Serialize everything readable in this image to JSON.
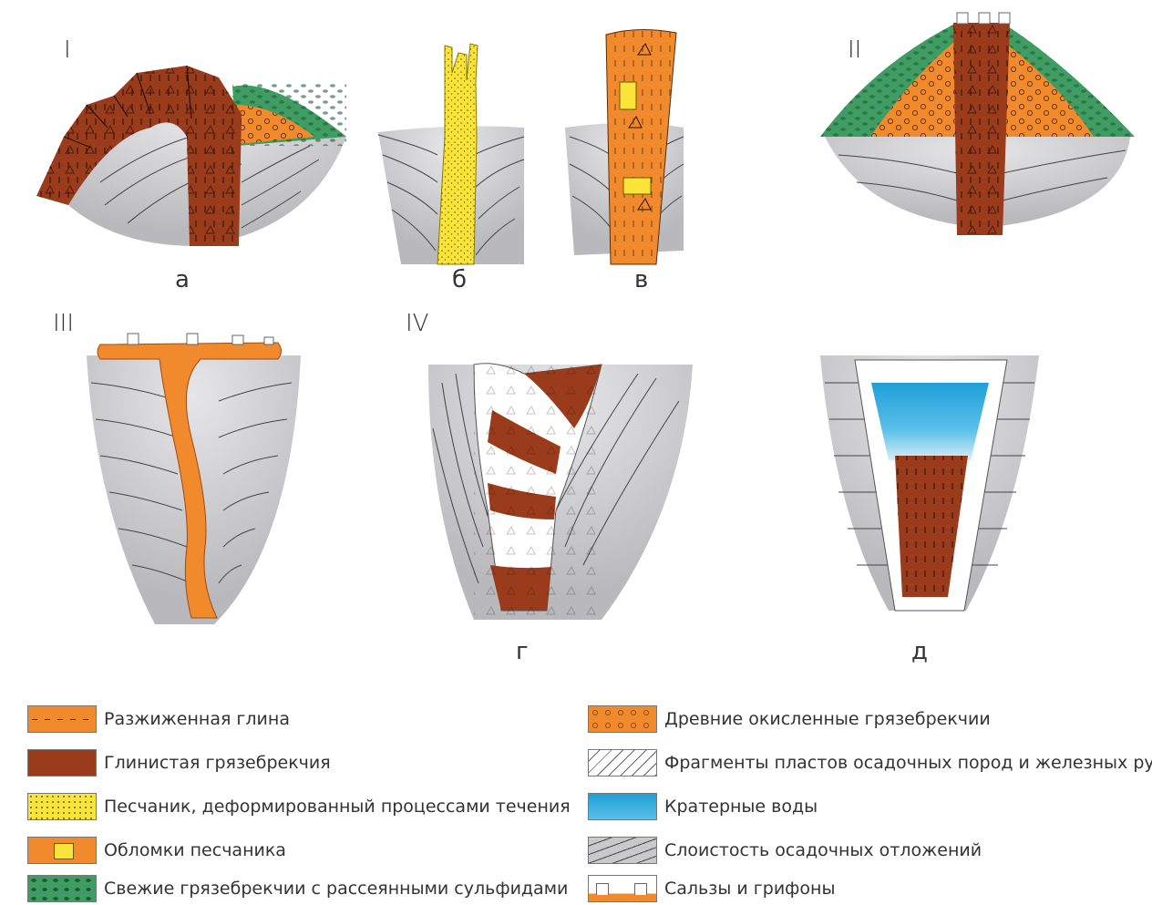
{
  "panels": {
    "roman": [
      "I",
      "II",
      "III",
      "IV"
    ],
    "letters": [
      "а",
      "б",
      "в",
      "г",
      "д"
    ]
  },
  "legend": [
    {
      "key": "liquefied-clay",
      "label": "Разжиженная глина",
      "color": "#f08a2c"
    },
    {
      "key": "clay-mud-breccia",
      "label": "Глинистая грязебрекчия",
      "color": "#9a3b1c"
    },
    {
      "key": "deformed-sandstone",
      "label": "Песчаник, деформированный процессами течения",
      "color": "#fbe43a"
    },
    {
      "key": "sandstone-fragments",
      "label": "Обломки песчаника",
      "color": "#f08a2c"
    },
    {
      "key": "fresh-mud-breccia",
      "label": "Свежие грязебрекчии с рассеянными сульфидами",
      "color": "#3f9d63"
    },
    {
      "key": "ancient-oxidized-breccia",
      "label": "Древние окисленные грязебрекчии",
      "color": "#f08a2c"
    },
    {
      "key": "sedimentary-fragments",
      "label": "Фрагменты пластов осадочных пород и железных руд",
      "color": "#ffffff"
    },
    {
      "key": "crater-water",
      "label": "Кратерные воды",
      "color": "#29a8dc"
    },
    {
      "key": "sedimentary-layering",
      "label": "Слоистость осадочных отложений",
      "color": "#c9c9cc"
    },
    {
      "key": "salses-griffons",
      "label": "Сальзы и грифоны",
      "color": "#f08a2c"
    }
  ]
}
